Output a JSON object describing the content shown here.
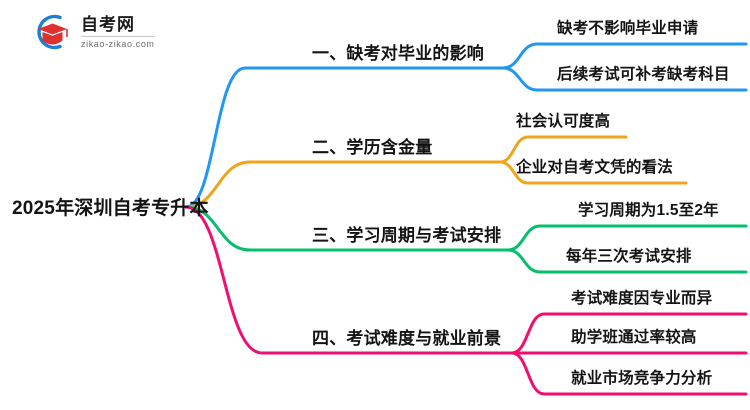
{
  "logo": {
    "name": "自考网",
    "domain": "zikao-zikao.com",
    "icon": "graduation-cap-icon",
    "arc_color": "#1c7ed6",
    "cap_color": "#e03131"
  },
  "mindmap": {
    "root": {
      "label": "2025年深圳自考专升本"
    },
    "branches": [
      {
        "label": "一、缺考对毕业的影响",
        "color": "#2196f3",
        "children": [
          {
            "label": "缺考不影响毕业申请"
          },
          {
            "label": "后续考试可补考缺考科目"
          }
        ]
      },
      {
        "label": "二、学历含金量",
        "color": "#f0a41b",
        "children": [
          {
            "label": "社会认可度高"
          },
          {
            "label": "企业对自考文凭的看法"
          }
        ]
      },
      {
        "label": "三、学习周期与考试安排",
        "color": "#05bf6b",
        "children": [
          {
            "label": "学习周期为1.5至2年"
          },
          {
            "label": "每年三次考试安排"
          }
        ]
      },
      {
        "label": "四、考试难度与就业前景",
        "color": "#f20d71",
        "children": [
          {
            "label": "考试难度因专业而异"
          },
          {
            "label": "助学班通过率较高"
          },
          {
            "label": "就业市场竞争力分析"
          }
        ]
      }
    ]
  }
}
